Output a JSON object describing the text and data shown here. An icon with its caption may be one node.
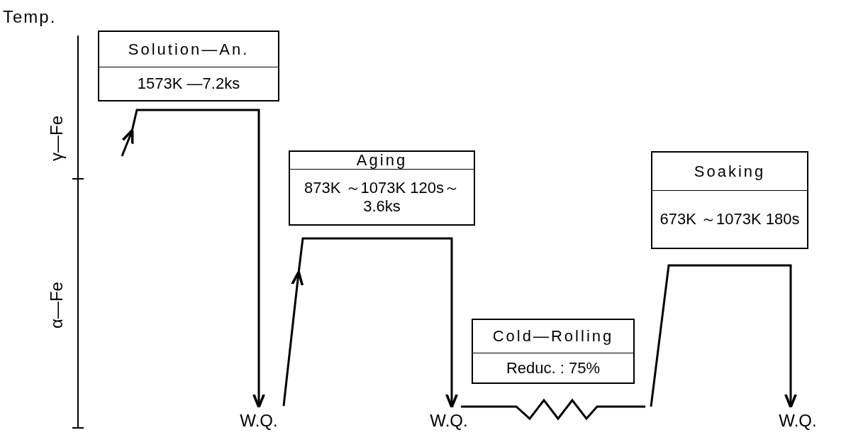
{
  "diagram": {
    "nodes": [
      {
        "text": [
          "Solution—An.",
          "1573K —7.2ks"
        ]
      },
      {
        "text": [
          "Aging",
          "873K ～1073K 120s～3.6ks"
        ]
      },
      {
        "text": [
          "Cold—Rolling",
          "Reduc. : 75%"
        ]
      },
      {
        "text": [
          "Soaking",
          "673K ～1073K 180s"
        ]
      }
    ],
    "labels": [
      "Temp.",
      "γ—Fe",
      "α—Fe",
      "W.Q.",
      "W.Q.",
      "W.Q."
    ]
  }
}
